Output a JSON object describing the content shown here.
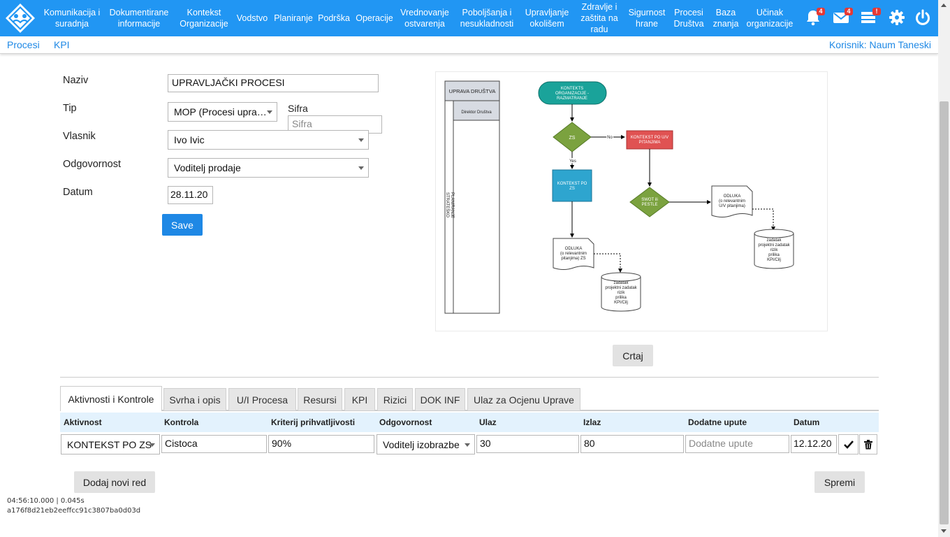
{
  "nav": {
    "items": [
      {
        "label": "Komunikacija i suradnja"
      },
      {
        "label": "Dokumentirane informacije"
      },
      {
        "label": "Kontekst Organizacije"
      },
      {
        "label": "Vodstvo"
      },
      {
        "label": "Planiranje"
      },
      {
        "label": "Podrška"
      },
      {
        "label": "Operacije"
      },
      {
        "label": "Vrednovanje ostvarenja"
      },
      {
        "label": "Poboljšanja i nesukladnosti"
      },
      {
        "label": "Upravljanje okolišem"
      },
      {
        "label": "Zdravlje i zaštita na radu"
      },
      {
        "label": "Sigurnost hrane"
      },
      {
        "label": "Procesi Društva"
      },
      {
        "label": "Baza znanja"
      },
      {
        "label": "Učinak organizacije"
      }
    ],
    "icons": {
      "bell": {
        "name": "bell-icon",
        "badge": "4"
      },
      "mail": {
        "name": "mail-icon",
        "badge": "4"
      },
      "tasks": {
        "name": "tasks-icon",
        "badge": "!"
      },
      "settings": {
        "name": "gear-icon"
      },
      "power": {
        "name": "power-icon"
      }
    },
    "brand_color": "#2196f3"
  },
  "subnav": {
    "links": [
      "Procesi",
      "KPI"
    ],
    "user": "Korisnik: Naum Taneski"
  },
  "form": {
    "naziv_label": "Naziv",
    "naziv_value": "UPRAVLJAČKI PROCESI",
    "tip_label": "Tip",
    "tip_value": "MOP (Procesi upra…",
    "sifra_label": "Sifra",
    "sifra_placeholder": "Sifra",
    "vlasnik_label": "Vlasnik",
    "vlasnik_value": "Ivo Ivic",
    "odgovornost_label": "Odgovornost",
    "odgovornost_value": "Voditelj prodaje",
    "datum_label": "Datum",
    "datum_value": "28.11.20",
    "save_label": "Save"
  },
  "diagram": {
    "lane_header": "UPRAVA DRUŠTVA",
    "lane_role": "Direktor Društva",
    "lane_side_label_1": "STRATEŠKO",
    "lane_side_label_2": "PLANIRANJE",
    "start_1": "KONTEKTS",
    "start_2": "ORGANIZACIJE -",
    "start_3": "RAZMATRANJE",
    "dec1": "ZS",
    "dec1_no": "No",
    "dec1_yes": "Yes",
    "red_1": "KONTEKST PO U/V",
    "red_2": "PITANJIMA",
    "blue_1": "KONTEKST PO",
    "blue_2": "ZS",
    "dec2_1": "SWOT ili",
    "dec2_2": "PESTLE",
    "doc1_1": "ODLUKA",
    "doc1_2": "(o relevantnim",
    "doc1_3": "pitanjima) ZS",
    "doc2_1": "ODLUKA",
    "doc2_2": "(o relevantnim",
    "doc2_3": "U/V pitanjima)",
    "db_1": "zadatak",
    "db_2": "projektni zadatak",
    "db_3": "rizik",
    "db_4": "prilika",
    "db_5": "KPI/Cilj",
    "draw_label": "Crtaj"
  },
  "tabs": [
    "Aktivnosti i Kontrole",
    "Svrha i opis",
    "U/I Procesa",
    "Resursi",
    "KPI",
    "Rizici",
    "DOK INF",
    "Ulaz za Ocjenu Uprave"
  ],
  "table": {
    "headers": [
      "Aktivnost",
      "Kontrola",
      "Kriterij prihvatljivosti",
      "Odgovornost",
      "Ulaz",
      "Izlaz",
      "Dodatne upute",
      "Datum"
    ],
    "row": {
      "aktivnost": "KONTEKST PO ZS",
      "kontrola": "Cistoca",
      "kriterij": "90%",
      "odgovornost": "Voditelj izobrazbe",
      "ulaz": "30",
      "izlaz": "80",
      "dodatne_placeholder": "Dodatne upute",
      "datum": "12.12.20"
    },
    "confirm_icon": "check-icon",
    "delete_icon": "trash-icon"
  },
  "actions": {
    "add_row": "Dodaj novi red",
    "save": "Spremi"
  },
  "footer": {
    "timing": "04:56:10.000 | 0.045s",
    "hash": "a176f8d21eb2eeffcc91c3807ba0d03d"
  }
}
